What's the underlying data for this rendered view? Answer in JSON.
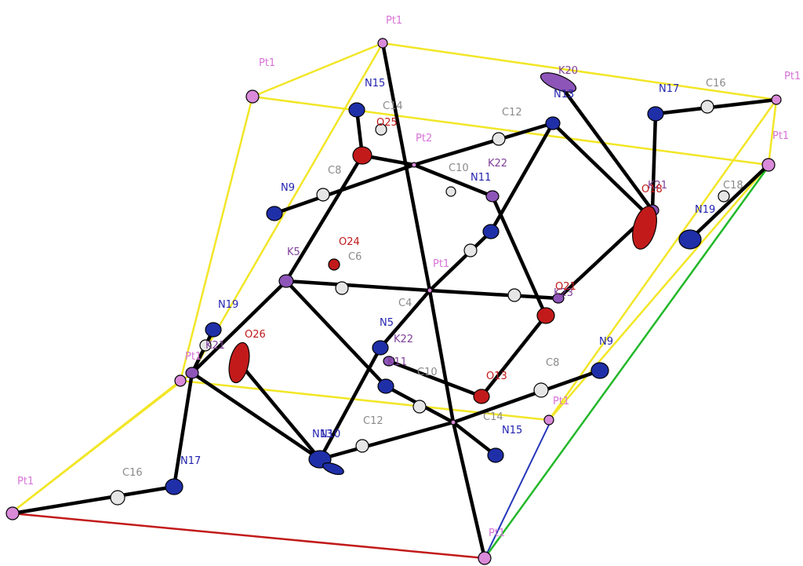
{
  "colors": {
    "background": "#ffffff",
    "cell_edge": "#f2e626",
    "axis_a": "#c21a1a",
    "axis_b": "#2436b8",
    "axis_c": "#22b82a",
    "bond": "#000000",
    "Pt": "#d98ad9",
    "K": "#8d55b8",
    "N": "#1f2fa8",
    "O": "#c21a1a",
    "C": "#e6e6e6"
  },
  "labels": {
    "pt1_top": "Pt1",
    "pt1_left": "Pt1",
    "pt1_right_top": "Pt1",
    "pt1_right": "Pt1",
    "pt1_left_mid": "Pt1",
    "pt1_mid_right": "Pt1",
    "pt1_bottom_left": "Pt1",
    "pt1_bottom": "Pt1",
    "pt2": "Pt2",
    "pt1_center": "Pt1",
    "k20": "K20",
    "k22_top": "K22",
    "k21": "K21",
    "k23": "K23",
    "k5": "K5",
    "k22_mid": "K22",
    "k21_low": "K21",
    "k11": "K11",
    "n15_top": "N15",
    "n13": "N13",
    "n17_right": "N17",
    "n9_left": "N9",
    "n11": "N11",
    "n19_right": "N19",
    "n19_left": "N19",
    "n5": "N5",
    "n9_right": "N9",
    "n15_bottom": "N15",
    "n17_left": "N17",
    "n13_bottom": "N13",
    "n10": "N10",
    "o25": "O25",
    "o24": "O24",
    "o26": "O26",
    "o21": "O21",
    "o13": "O13",
    "o18": "O18",
    "c14_top": "C14",
    "c12_top": "C12",
    "c16_top": "C16",
    "c8_top": "C8",
    "c10": "C10",
    "c18": "C18",
    "c6": "C6",
    "c4": "C4",
    "c8_bottom": "C8",
    "c12_bottom": "C12",
    "c14_bottom": "C14",
    "c16_bottom": "C16",
    "c10_bottom": "C10"
  }
}
